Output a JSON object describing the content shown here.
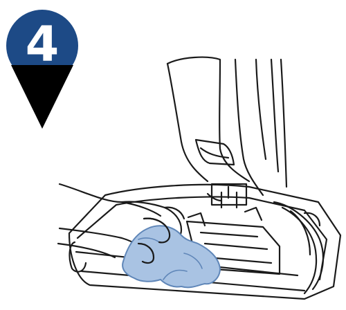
{
  "step": {
    "number": "4",
    "badge_color": "#1d4a86",
    "arrow_color": "#000000"
  },
  "illustration": {
    "line_color": "#1a1a1a",
    "cloth_color": "#a9c3e3",
    "cloth_outline": "#5f86b8",
    "icons": [
      "down-arrow-icon",
      "hand",
      "cleaning-cloth",
      "vacuum-handle",
      "vacuum-base"
    ]
  }
}
